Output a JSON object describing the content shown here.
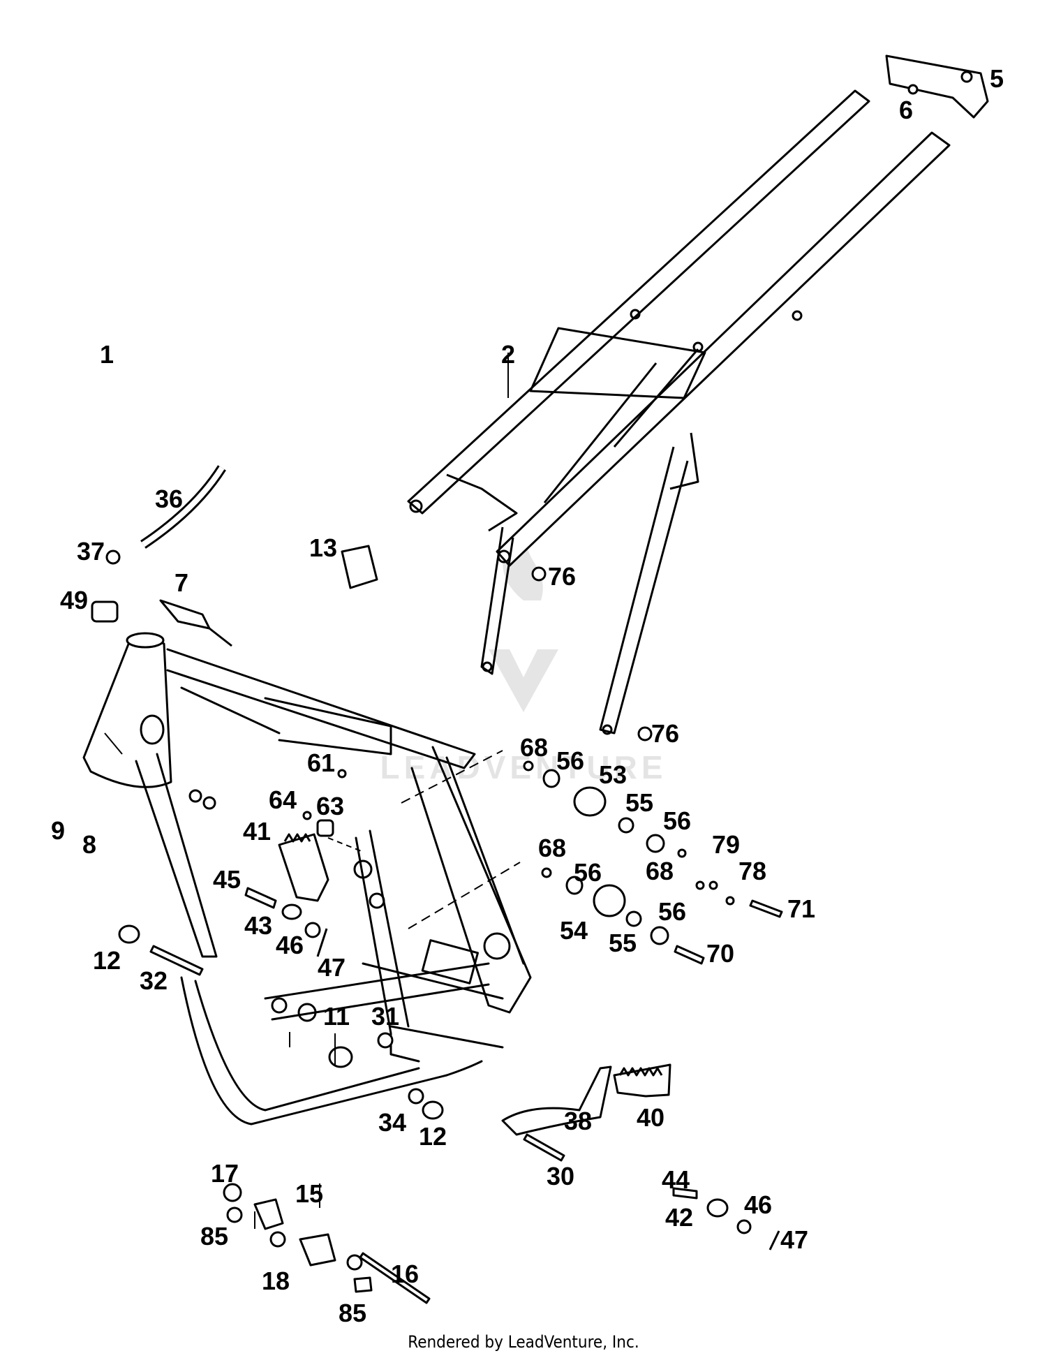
{
  "diagram": {
    "callouts": [
      "1",
      "2",
      "5",
      "6",
      "7",
      "8",
      "9",
      "11",
      "12",
      "12",
      "13",
      "15",
      "16",
      "17",
      "18",
      "30",
      "31",
      "32",
      "34",
      "36",
      "37",
      "38",
      "40",
      "41",
      "42",
      "43",
      "44",
      "45",
      "46",
      "46",
      "47",
      "47",
      "49",
      "53",
      "54",
      "55",
      "55",
      "56",
      "56",
      "56",
      "56",
      "61",
      "63",
      "64",
      "68",
      "68",
      "68",
      "70",
      "71",
      "76",
      "76",
      "78",
      "79",
      "85",
      "85"
    ]
  },
  "watermark": {
    "text": "LEADVENTURE"
  },
  "footer": {
    "text": "Rendered by LeadVenture, Inc."
  }
}
